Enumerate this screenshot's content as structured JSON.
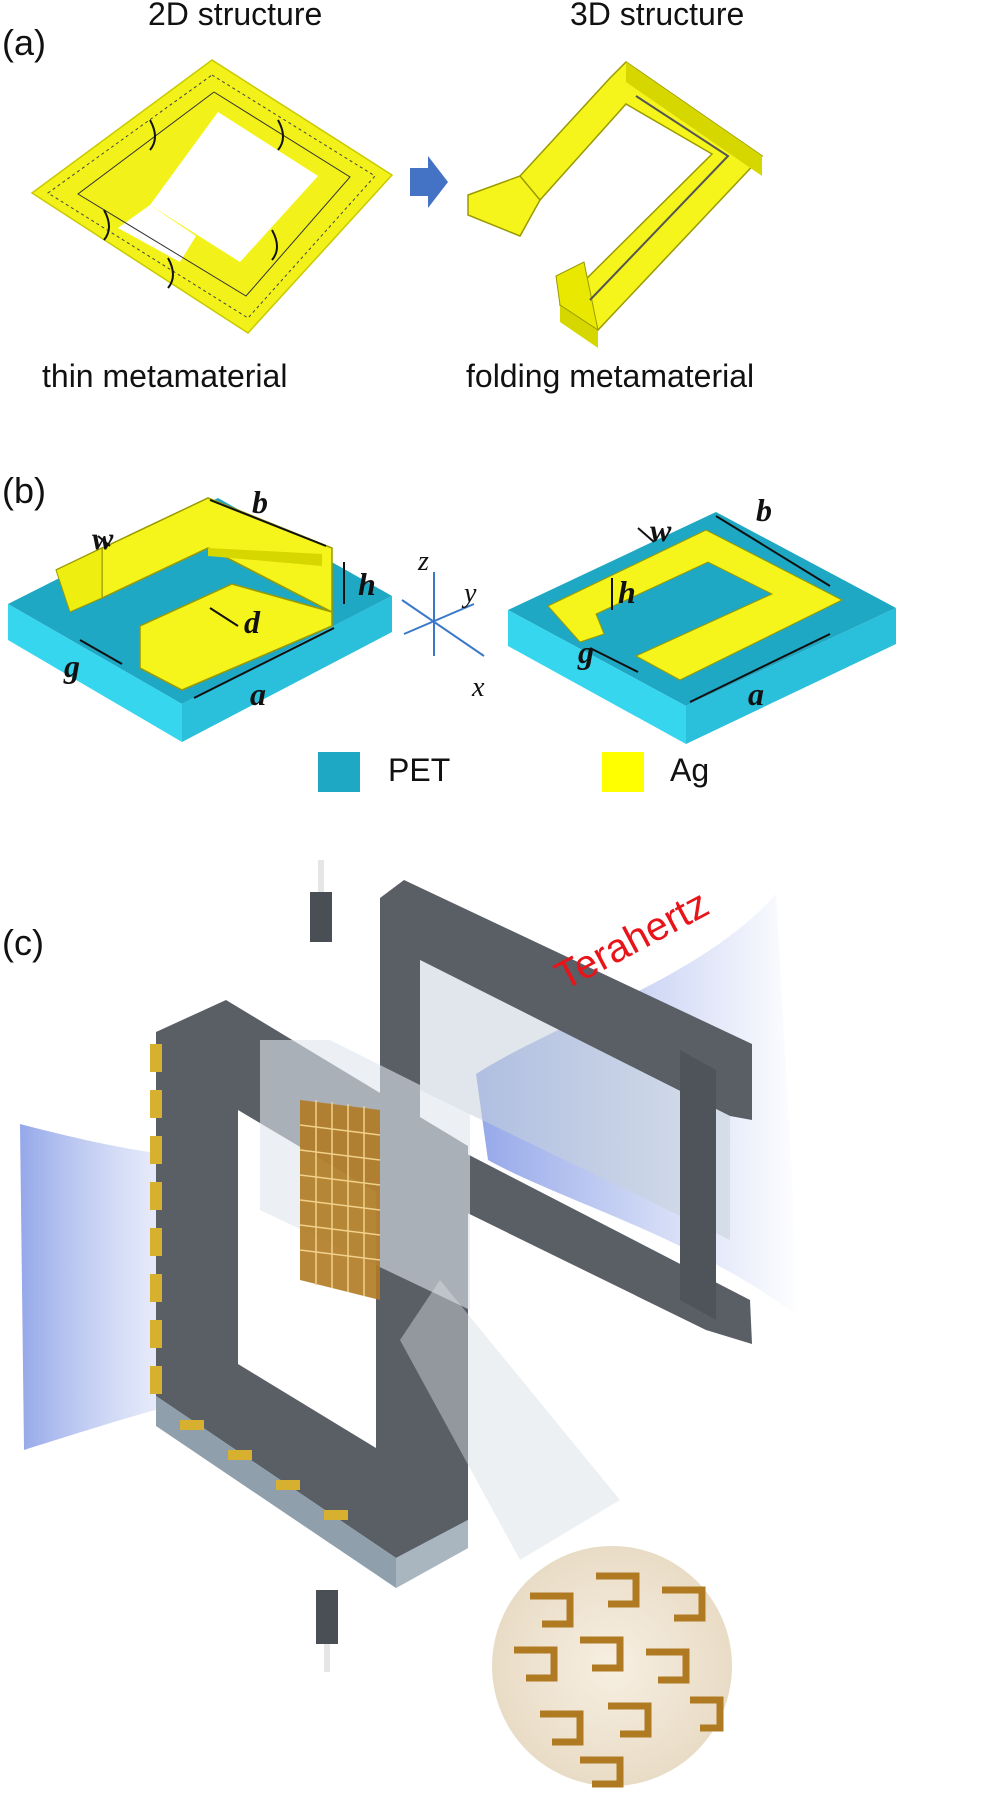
{
  "panel_a": {
    "label": "(a)",
    "title_left": "2D structure",
    "title_right": "3D structure",
    "caption_left": "thin metamaterial",
    "caption_right": "folding metamaterial"
  },
  "panel_b": {
    "label": "(b)",
    "left_dims": {
      "w": "w",
      "b": "b",
      "h": "h",
      "d": "d",
      "g": "g",
      "a": "a"
    },
    "right_dims": {
      "w": "w",
      "b": "b",
      "h": "h",
      "g": "g",
      "a": "a"
    },
    "axes": {
      "z": "z",
      "y": "y",
      "x": "x"
    },
    "legend": [
      {
        "label": "PET",
        "color": "#1fa8c4"
      },
      {
        "label": "Ag",
        "color": "#ffff00"
      }
    ]
  },
  "panel_c": {
    "label": "(c)",
    "beam_label": "Terahertz",
    "beam_label_color": "#e8141a"
  },
  "colors": {
    "gold_plate": "#f2f21a",
    "gold_edge": "#b8b800",
    "pet_top": "#1fb0cc",
    "pet_side": "#35d6ee",
    "frame": "#5a5f66",
    "beam": "#8fa3e8"
  }
}
